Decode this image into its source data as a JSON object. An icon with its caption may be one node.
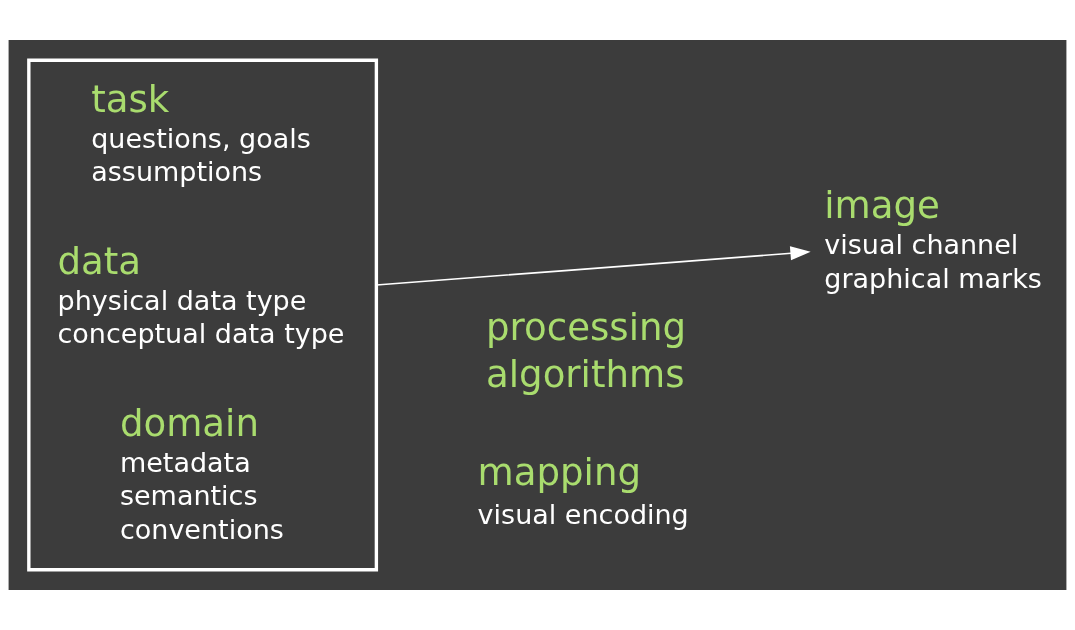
{
  "diagram": {
    "nodes": [
      {
        "text": [],
        "shape": "box"
      },
      {
        "text": [
          "task",
          "questions, goals",
          "assumptions"
        ],
        "in": 0
      },
      {
        "text": [
          "data",
          "physical data type",
          "conceptual data type"
        ],
        "in": 0
      },
      {
        "text": [
          "domain",
          "metadata",
          "semantics",
          "conventions"
        ],
        "in": 0
      },
      {
        "text": [
          "image",
          "visual channel",
          "graphical marks"
        ]
      }
    ],
    "edges": [
      {
        "from": 0,
        "to": 4,
        "arrow": "to"
      }
    ],
    "labels": [
      "processing",
      "algorithms",
      "mapping",
      "visual encoding"
    ]
  }
}
